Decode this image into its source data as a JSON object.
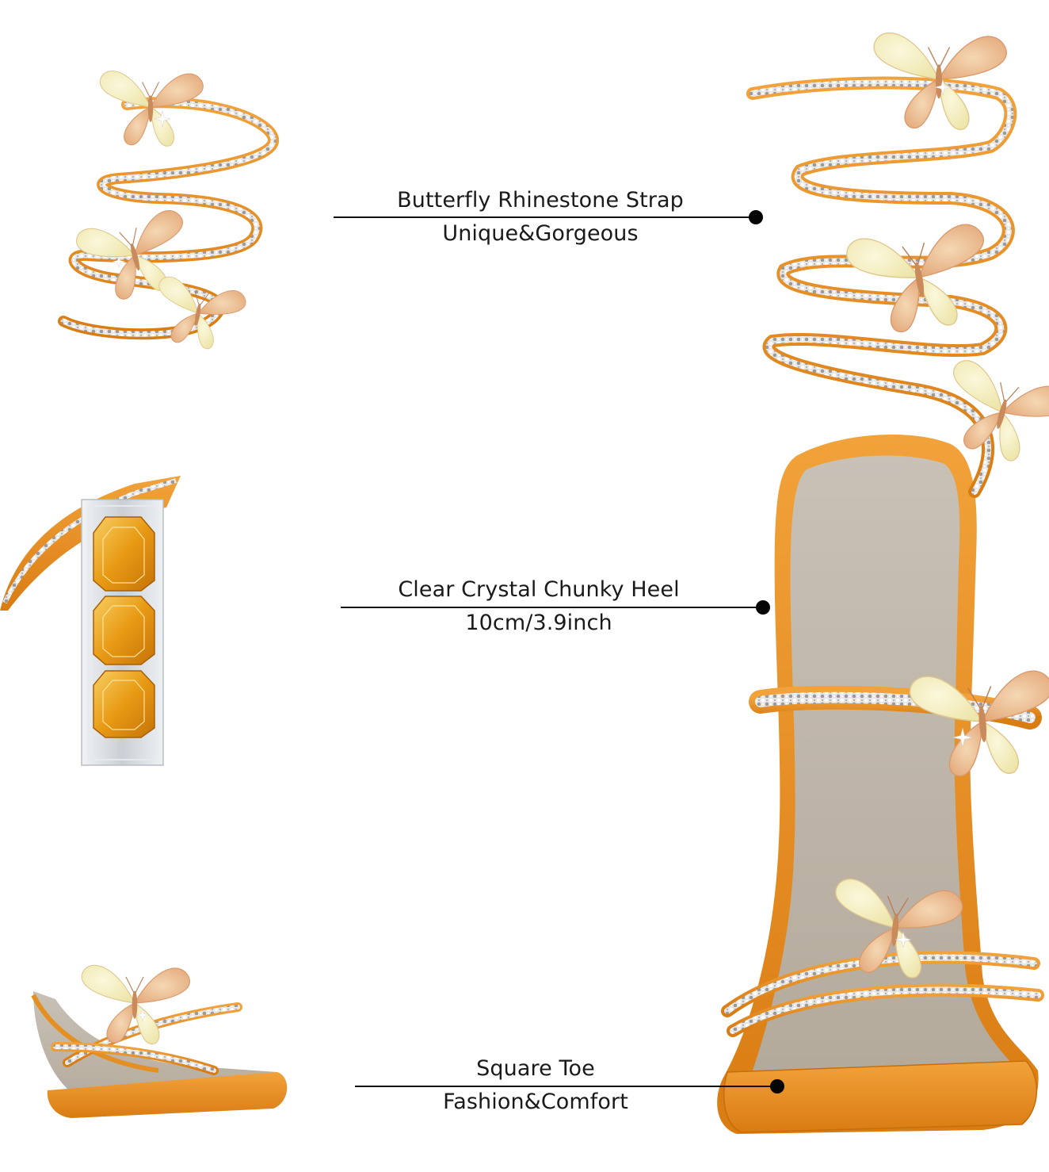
{
  "colors": {
    "strap_orange": "#e8901f",
    "sole_lining": "#c9bfb3",
    "crystal_amber": "#e8a21c",
    "butterfly_cream": "#f4efc4",
    "butterfly_pink": "#e9b88f",
    "clear_heel": "#dfe3e6",
    "rhinestone": "#d9d9d9"
  },
  "callouts": [
    {
      "title": "Butterfly Rhinestone Strap",
      "subtitle": "Unique&Gorgeous"
    },
    {
      "title": "Clear Crystal Chunky Heel",
      "subtitle": "10cm/3.9inch"
    },
    {
      "title": "Square Toe",
      "subtitle": "Fashion&Comfort"
    }
  ]
}
